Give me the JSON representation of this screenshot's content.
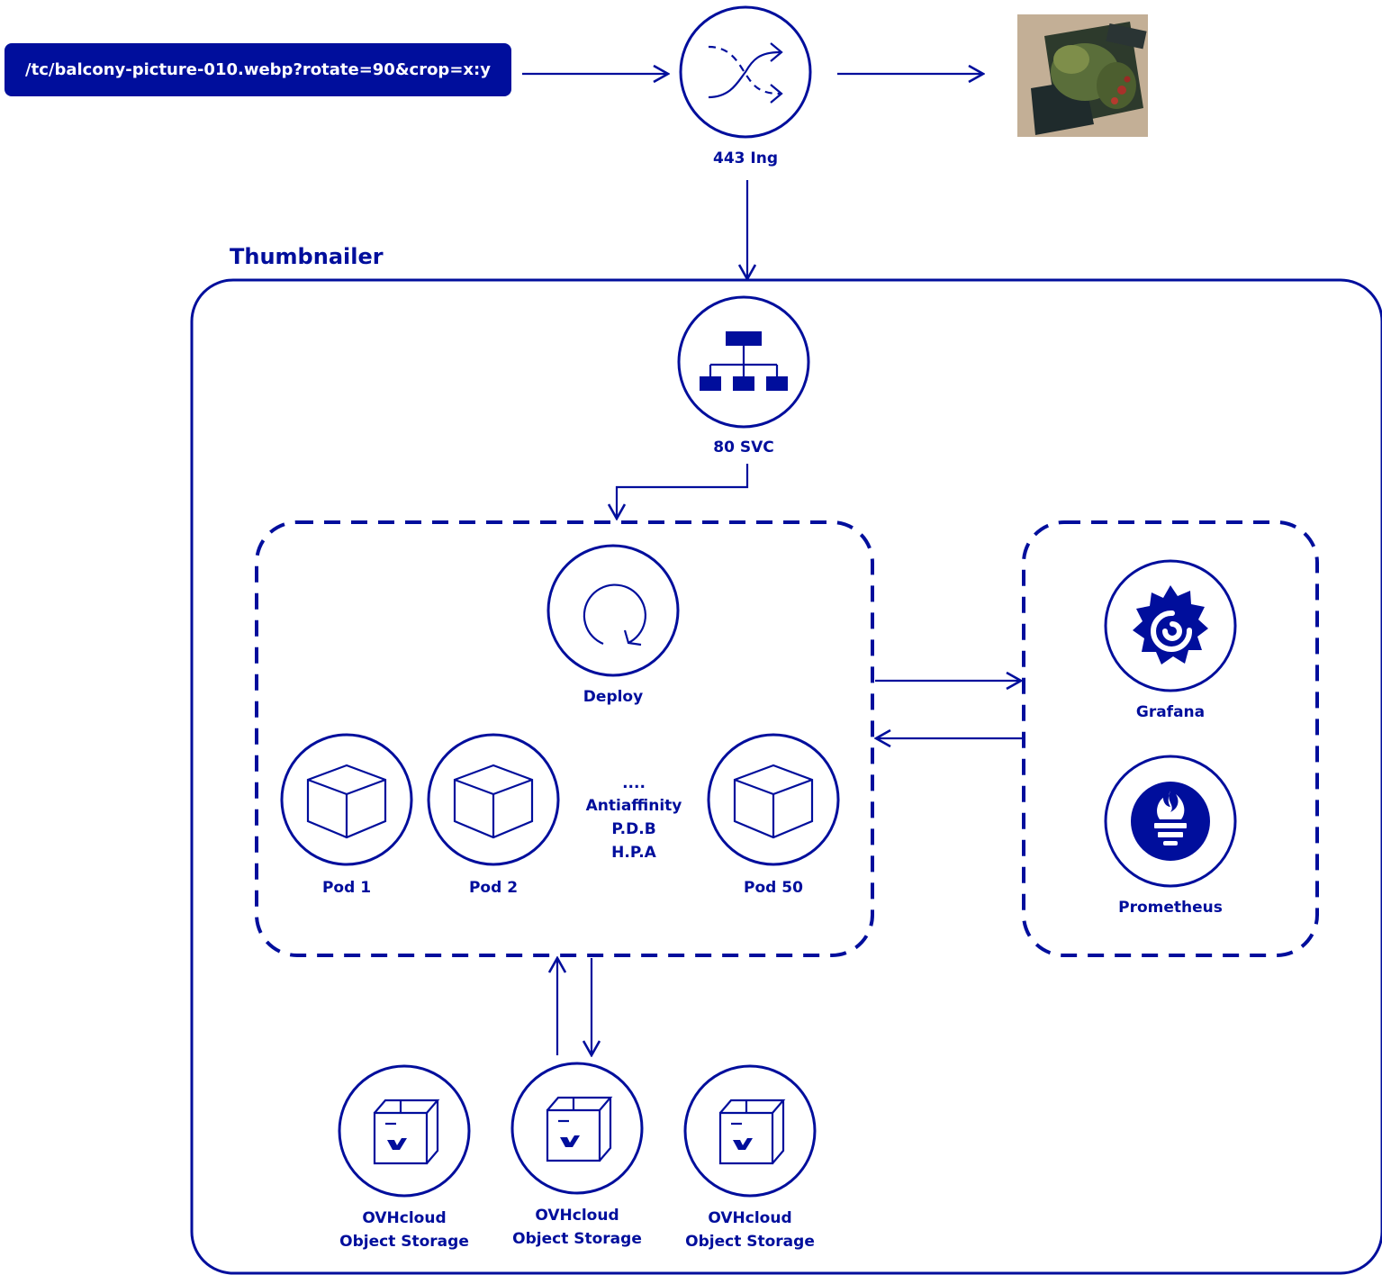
{
  "request": {
    "url": "/tc/balcony-picture-010.webp?rotate=90&crop=x:y"
  },
  "ingress": {
    "label": "443 Ing",
    "icon": "shuffle-icon"
  },
  "result_image": {
    "icon": "thumbnail-photo"
  },
  "cluster": {
    "title": "Thumbnailer"
  },
  "service": {
    "label": "80 SVC",
    "icon": "network-hierarchy-icon"
  },
  "deploy": {
    "label": "Deploy",
    "icon": "refresh-cycle-icon",
    "pods": [
      {
        "label": "Pod 1",
        "icon": "cube-icon"
      },
      {
        "label": "Pod 2",
        "icon": "cube-icon"
      },
      {
        "label": "Pod 50",
        "icon": "cube-icon"
      }
    ],
    "notes": {
      "dots": "....",
      "line1": "Antiaffinity",
      "line2": "P.D.B",
      "line3": "H.P.A"
    }
  },
  "monitoring": {
    "grafana": {
      "label": "Grafana",
      "icon": "grafana-icon"
    },
    "prometheus": {
      "label": "Prometheus",
      "icon": "prometheus-icon"
    }
  },
  "storage": [
    {
      "line1": "OVHcloud",
      "line2": "Object Storage",
      "icon": "storage-box-icon"
    },
    {
      "line1": "OVHcloud",
      "line2": "Object Storage",
      "icon": "storage-box-icon"
    },
    {
      "line1": "OVHcloud",
      "line2": "Object Storage",
      "icon": "storage-box-icon"
    }
  ],
  "colors": {
    "primary": "#000e9c",
    "background": "#ffffff"
  }
}
